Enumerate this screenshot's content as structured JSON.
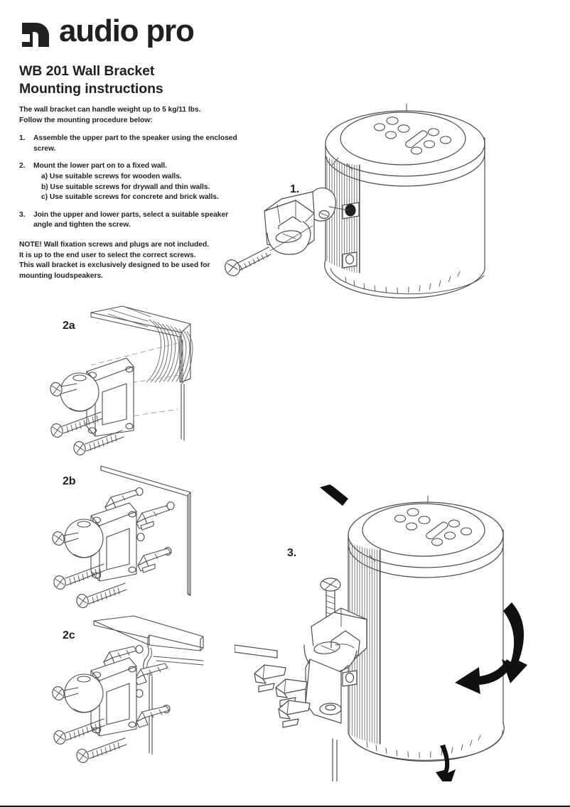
{
  "brand": {
    "logo_icon": "audio-pro-mark-icon",
    "wordmark": "audio pro"
  },
  "document": {
    "title_line1": "WB 201 Wall Bracket",
    "title_line2": "Mounting instructions"
  },
  "intro": {
    "line1": "The wall bracket can handle weight up to 5 kg/11 lbs.",
    "line2": "Follow the mounting procedure below:"
  },
  "steps": [
    {
      "number": "1.",
      "text": "Assemble the upper part to the speaker using the enclosed screw.",
      "substeps": []
    },
    {
      "number": "2.",
      "text": "Mount the lower part on to a fixed wall.",
      "substeps": [
        "a) Use suitable screws for wooden walls.",
        "b) Use suitable screws for drywall and thin walls.",
        "c) Use suitable screws for concrete and brick walls."
      ]
    },
    {
      "number": "3.",
      "text": "Join the upper and lower parts, select a suitable speaker angle and tighten the screw.",
      "substeps": []
    }
  ],
  "note": {
    "prefix": "NOTE!",
    "line1": " Wall fixation screws and plugs are not included.",
    "line2": "It is up to the end user to select the correct screws.",
    "line3": "This wall bracket is exclusively designed to be used for",
    "line4": "mounting loudspeakers."
  },
  "figures": {
    "fig1_label": "1.",
    "fig2a_label": "2a",
    "fig2b_label": "2b",
    "fig2c_label": "2c",
    "fig3_label": "3."
  },
  "colors": {
    "ink": "#231f20",
    "line": "#4a4a4a",
    "page": "#ffffff"
  }
}
